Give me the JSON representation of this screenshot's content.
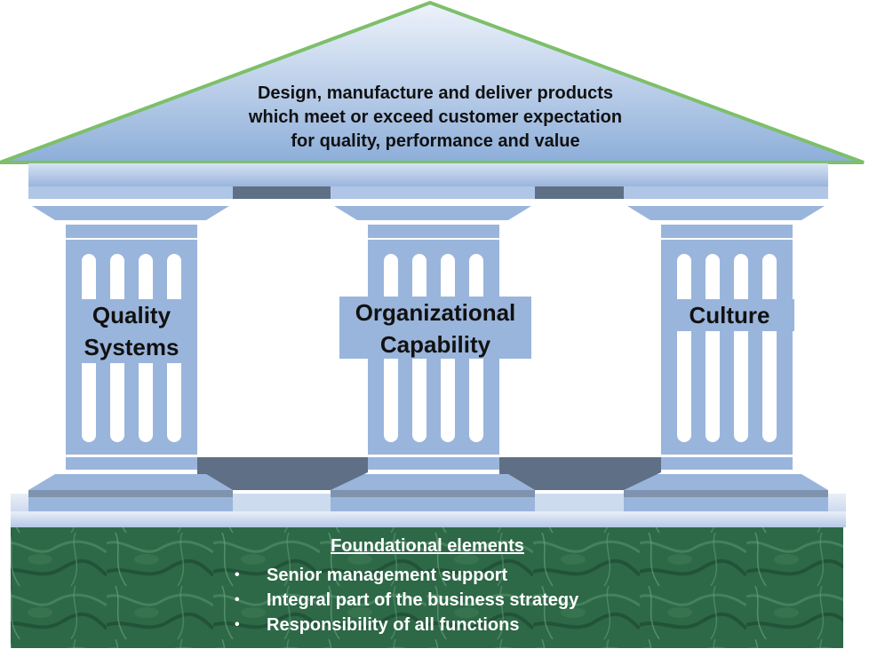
{
  "roof": {
    "lines": [
      "Design, manufacture and deliver products",
      "which meet or exceed customer expectation",
      "for quality, performance and value"
    ]
  },
  "pillars": [
    {
      "lines": [
        "Quality",
        "Systems"
      ]
    },
    {
      "lines": [
        "Organizational",
        "Capability"
      ]
    },
    {
      "lines": [
        "Culture"
      ]
    }
  ],
  "foundation": {
    "title": "Foundational elements",
    "items": [
      "Senior management support",
      "Integral part of the business strategy",
      "Responsibility of all functions"
    ]
  },
  "colors": {
    "pillar": "#9ab5dc",
    "pillar_light": "#c9d8ee",
    "pillar_dark": "#5f6f85",
    "roof_top": "#e8eef8",
    "roof_bottom": "#8fb0da",
    "roof_edge": "#7dbf6a",
    "foundation": "#2f6a48"
  }
}
